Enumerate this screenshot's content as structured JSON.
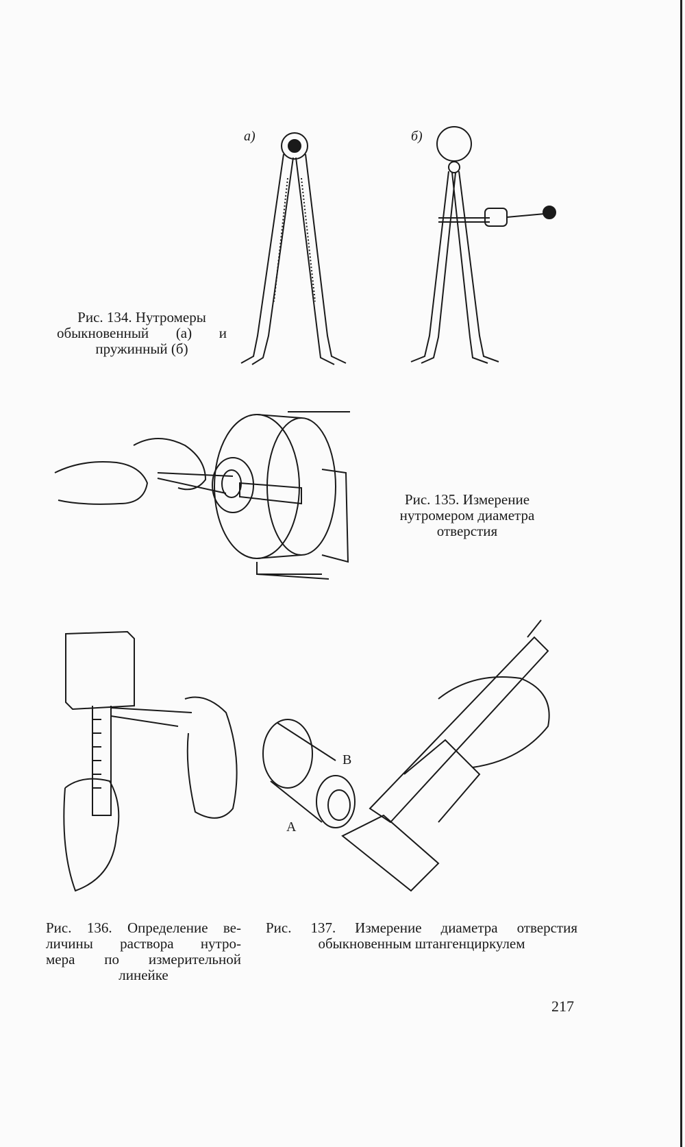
{
  "figures": {
    "fig134": {
      "caption_line1": "Рис. 134. Нутромеры",
      "caption_line2": "обыкновенный (а) и",
      "caption_line3": "пружинный (б)",
      "label_a": "а)",
      "label_b": "б)"
    },
    "fig135": {
      "caption_line1": "Рис. 135. Измерение",
      "caption_line2": "нутромером диаметра",
      "caption_line3": "отверстия"
    },
    "fig136": {
      "caption_line1": "Рис. 136. Определение ве-",
      "caption_line2": "личины раствора нутро-",
      "caption_line3": "мера по измерительной",
      "caption_line4": "линейке"
    },
    "fig137": {
      "caption_line1": "Рис. 137. Измерение диаметра отверстия",
      "caption_line2": "обыкновенным штангенциркулем",
      "label_A": "А",
      "label_B": "В"
    }
  },
  "page_number": "217"
}
